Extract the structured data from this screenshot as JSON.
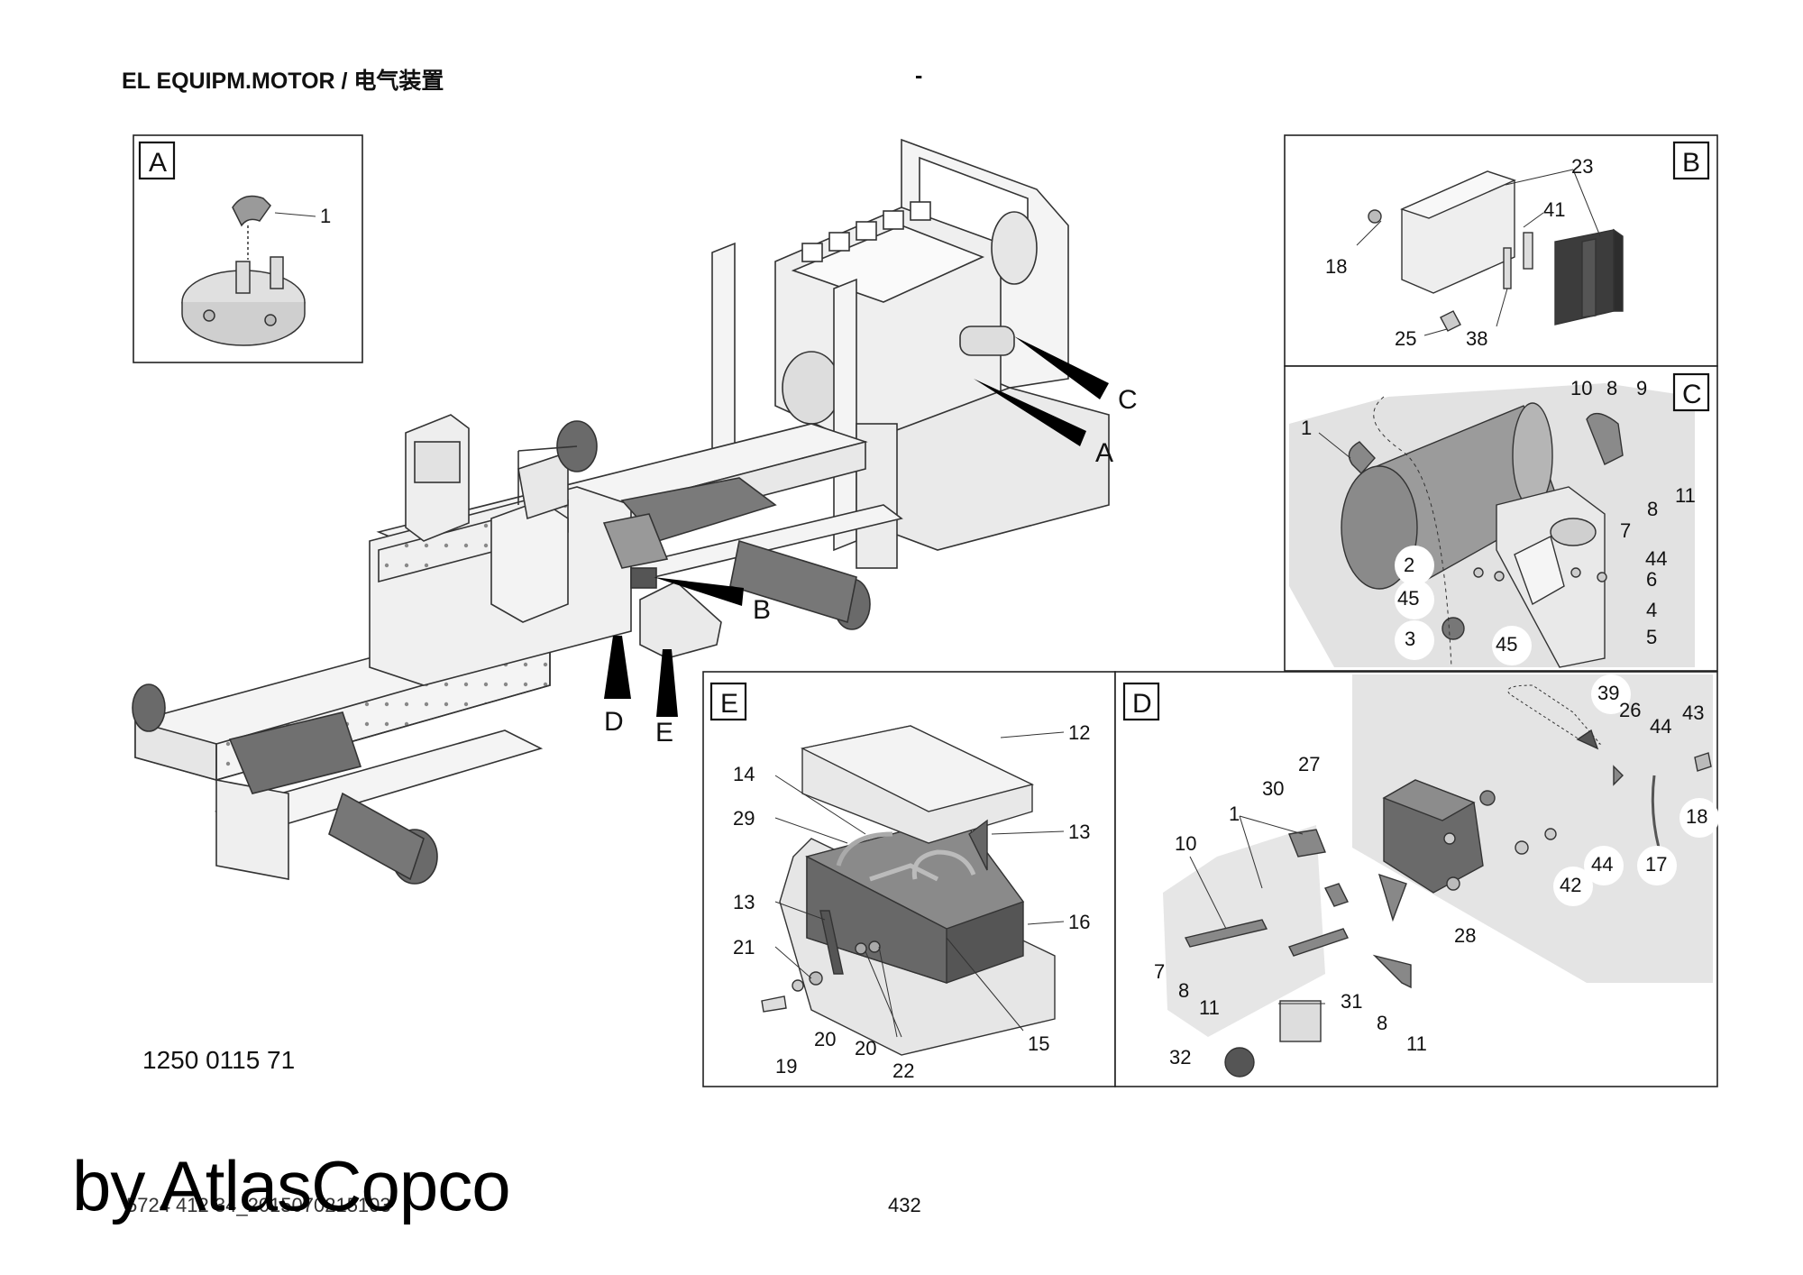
{
  "header": {
    "title": "EL EQUIPM.MOTOR / 电气装置",
    "dash": "-"
  },
  "drawing_number": "1250 0115 71",
  "footer": {
    "watermark": "by AtlasCopco",
    "doc_ref": "5724 412 34_2015070215103",
    "page_number": "432"
  },
  "main_callouts": [
    "C",
    "A",
    "B",
    "D",
    "E"
  ],
  "panels": {
    "A": {
      "letter": "A",
      "labels": [
        "1"
      ]
    },
    "B": {
      "letter": "B",
      "labels": [
        "23",
        "41",
        "18",
        "25",
        "38"
      ]
    },
    "C": {
      "letter": "C",
      "labels": [
        "10",
        "8",
        "9",
        "1",
        "11",
        "8",
        "7",
        "2",
        "44",
        "6",
        "45",
        "4",
        "3",
        "5",
        "45"
      ]
    },
    "E": {
      "letter": "E",
      "labels": [
        "12",
        "14",
        "29",
        "13",
        "13",
        "16",
        "21",
        "15",
        "20",
        "20",
        "22",
        "19"
      ]
    },
    "D": {
      "letter": "D",
      "labels": [
        "39",
        "26",
        "44",
        "43",
        "27",
        "30",
        "18",
        "1",
        "10",
        "17",
        "44",
        "42",
        "28",
        "7",
        "8",
        "11",
        "31",
        "8",
        "11",
        "32"
      ]
    }
  },
  "colors": {
    "line": "#222222",
    "shade": "#d8d8d8",
    "dark_part": "#555555",
    "frame_fill": "#f2f2f2"
  }
}
